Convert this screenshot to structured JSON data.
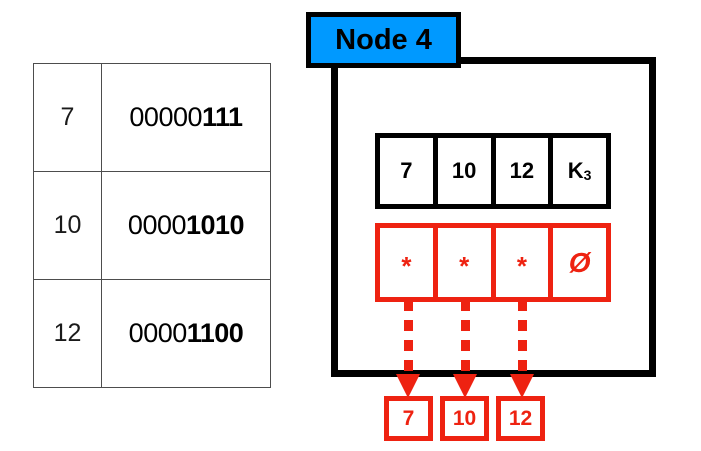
{
  "binary_table": {
    "rows": [
      {
        "decimal": "7",
        "bits_prefix": "00000",
        "bits_suffix": "111",
        "binary": "00000111"
      },
      {
        "decimal": "10",
        "bits_prefix": "0000",
        "bits_suffix": "1010",
        "binary": "00001010"
      },
      {
        "decimal": "12",
        "bits_prefix": "0000",
        "bits_suffix": "1100",
        "binary": "00001100"
      }
    ]
  },
  "node": {
    "label": "Node 4",
    "label_color": "#0099ff",
    "pointer_color": "#ee2211",
    "key_cells": [
      {
        "text": "7"
      },
      {
        "text": "10"
      },
      {
        "text": "12"
      },
      {
        "text": "K",
        "sub": "3"
      }
    ],
    "pointer_cells": [
      {
        "symbol": "*",
        "kind": "pointer"
      },
      {
        "symbol": "*",
        "kind": "pointer"
      },
      {
        "symbol": "*",
        "kind": "pointer"
      },
      {
        "symbol": "Ø",
        "kind": "null"
      }
    ],
    "leaf_values": [
      "7",
      "10",
      "12"
    ]
  }
}
